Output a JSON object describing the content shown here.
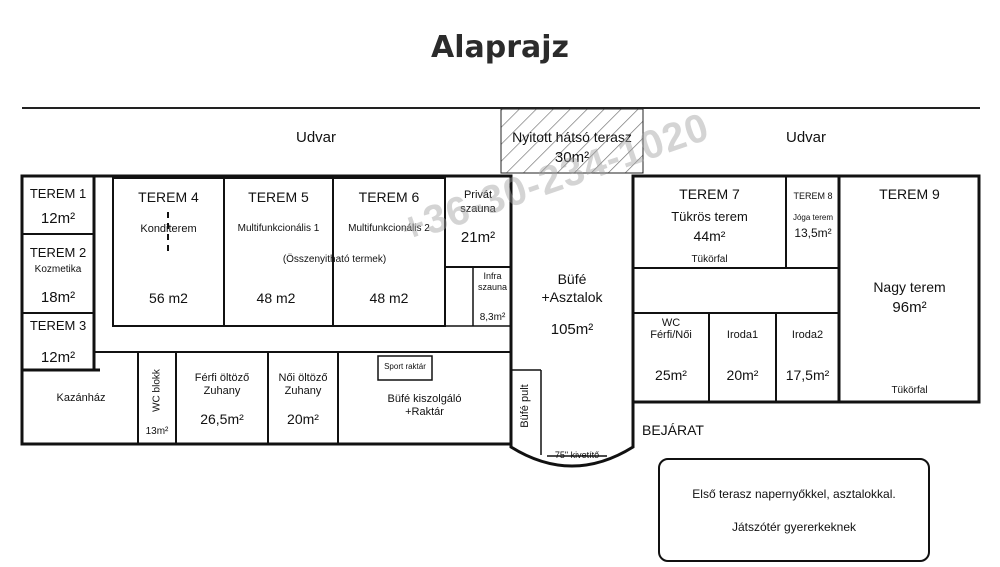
{
  "title": "Alaprajz",
  "rooms": {
    "udvar": "Udvar",
    "terasz_hatso": "Nyitott hátsó terasz",
    "terasz_hatso_area": "30m²",
    "terem1": "TEREM 1",
    "terem1_area": "12m²",
    "terem2": "TEREM 2",
    "terem2_sub": "Kozmetika",
    "terem2_area": "18m²",
    "terem3": "TEREM 3",
    "terem3_area": "12m²",
    "terem4": "TEREM 4",
    "terem4_sub": "Konditerem",
    "terem4_area": "56 m2",
    "terem5": "TEREM 5",
    "terem5_sub": "Multifunkcionális 1",
    "terem5_area": "48 m2",
    "terem6": "TEREM 6",
    "terem6_sub": "Multifunkcionális 2",
    "terem6_area": "48 m2",
    "osszenyithato": "(Összenyitható termek)",
    "privat": "Privát",
    "szauna": "szauna",
    "privat_area": "21m²",
    "infra": "Infra",
    "infra_szauna": "szauna",
    "infra_area": "8,3m²",
    "bufe": "Büfé",
    "asztalok": "+Asztalok",
    "bufe_area": "105m²",
    "bufe_pult": "Büfé pult",
    "kivetito": "75\" kivetítő",
    "terem7": "TEREM 7",
    "terem7_sub": "Tükrös terem",
    "terem7_area": "44m²",
    "tukorfal": "Tükörfal",
    "terem8": "TEREM 8",
    "terem8_sub": "Jóga terem",
    "terem8_area": "13,5m²",
    "terem9": "TEREM 9",
    "terem9_sub": "Nagy terem",
    "terem9_area": "96m²",
    "tukorfal9": "Tükörfal",
    "wc": "WC",
    "wc_sub": "Férfi/Női",
    "wc_area": "25m²",
    "iroda1": "Iroda1",
    "iroda1_area": "20m²",
    "iroda2": "Iroda2",
    "iroda2_area": "17,5m²",
    "kazanhaz": "Kazánház",
    "wc_blokk": "WC blokk",
    "wc_blokk_area": "13m²",
    "ferfi_1": "Férfi öltöző",
    "ferfi_2": "Zuhany",
    "ferfi_area": "26,5m²",
    "noi_1": "Női öltöző",
    "noi_2": "Zuhany",
    "noi_area": "20m²",
    "sport_raktar": "Sport raktár",
    "bufe_kisz": "Büfé kiszolgáló",
    "raktar": "+Raktár",
    "bejarat": "BEJÁRAT"
  },
  "note": {
    "line1": "Első terasz napernyőkkel, asztalokkal.",
    "line2": "Játszótér gyererkeknek"
  },
  "watermark": "+36-30-234-1020"
}
